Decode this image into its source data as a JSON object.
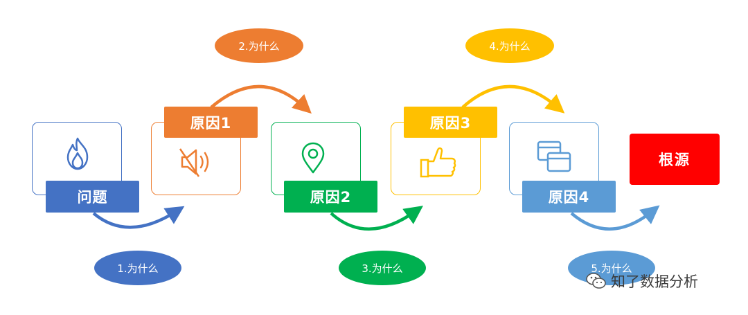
{
  "flow": {
    "problem": {
      "label": "问题",
      "icon": "flame-icon",
      "color": "#4472c4"
    },
    "reasons": [
      {
        "label": "原因1",
        "icon": "speaker-muted-icon",
        "color": "#ed7d31"
      },
      {
        "label": "原因2",
        "icon": "location-pin-icon",
        "color": "#00b050"
      },
      {
        "label": "原因3",
        "icon": "thumbs-up-icon",
        "color": "#ffc000"
      },
      {
        "label": "原因4",
        "icon": "overlapping-windows-icon",
        "color": "#5b9bd5"
      }
    ],
    "root": {
      "label": "根源",
      "color": "#ff0000"
    }
  },
  "whys": [
    {
      "label": "1.为什么",
      "color": "#4472c4"
    },
    {
      "label": "2.为什么",
      "color": "#ed7d31"
    },
    {
      "label": "3.为什么",
      "color": "#00b050"
    },
    {
      "label": "4.为什么",
      "color": "#ffc000"
    },
    {
      "label": "5.为什么",
      "color": "#5b9bd5"
    }
  ],
  "watermark": {
    "text": "知了数据分析",
    "icon": "wechat-icon"
  }
}
